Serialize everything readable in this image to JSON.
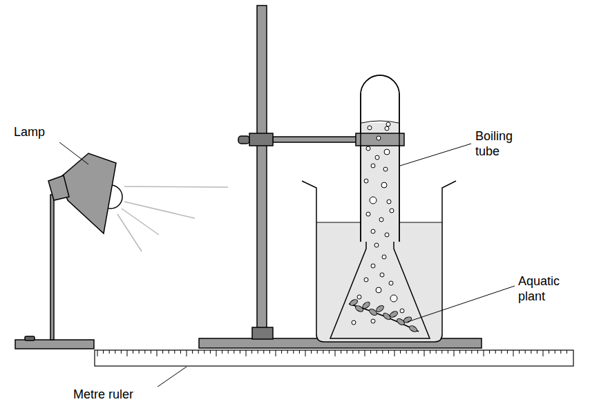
{
  "diagram": {
    "labels": [
      "Lamp",
      "Boiling tube",
      "Aquatic plant",
      "Metre ruler"
    ]
  }
}
